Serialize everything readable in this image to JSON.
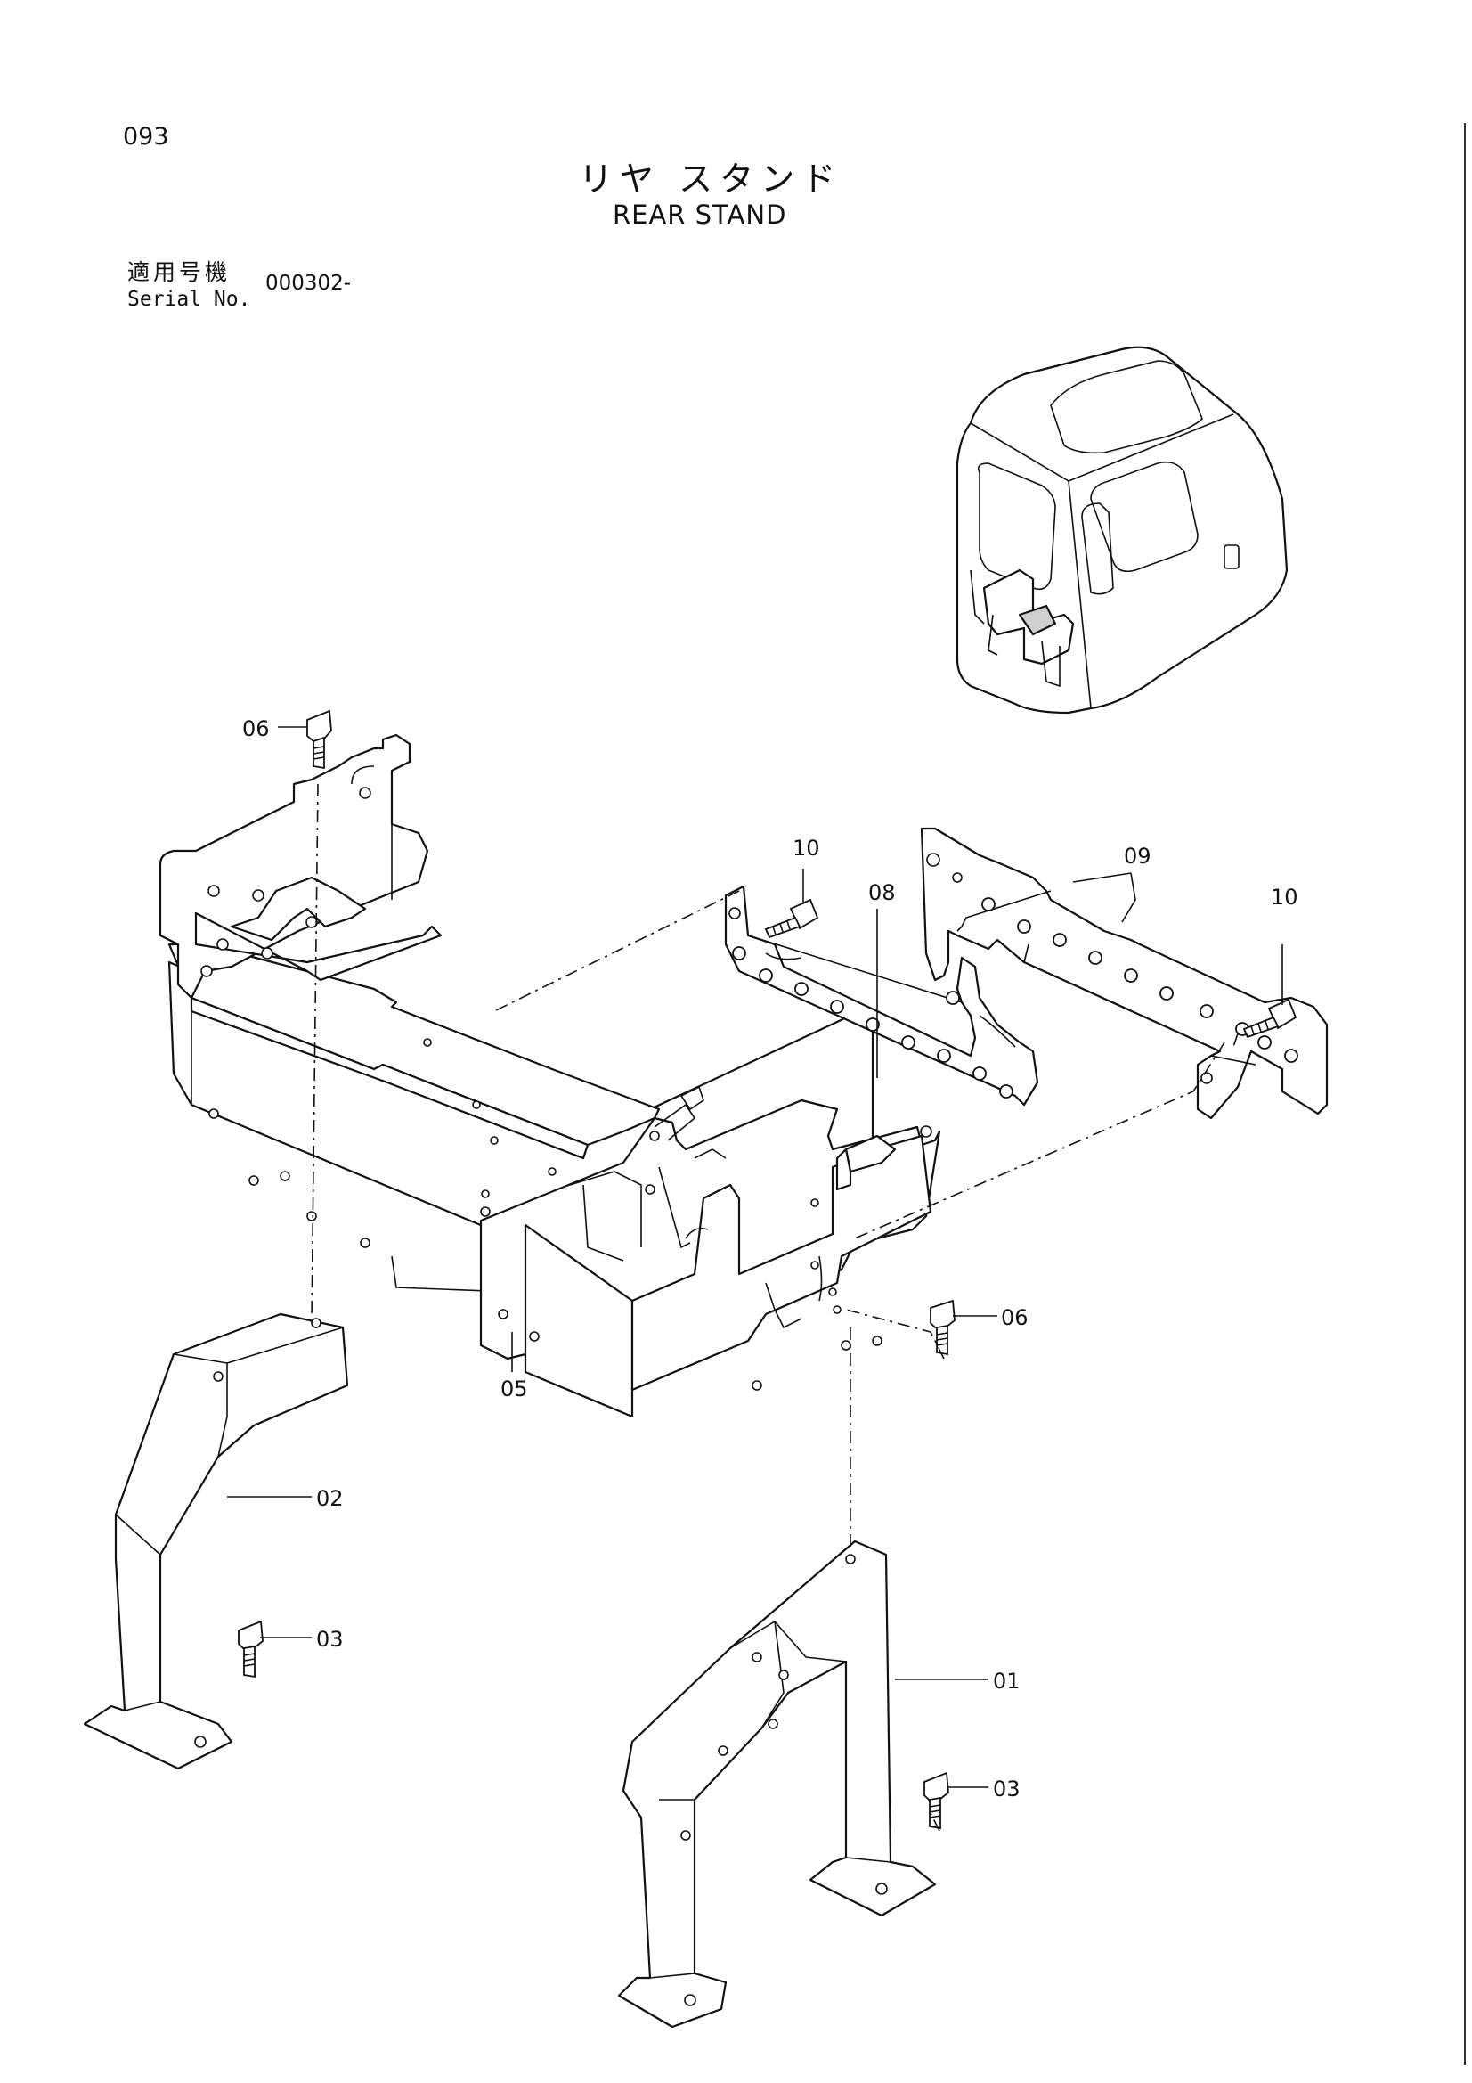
{
  "page_number": "093",
  "title_jp": "リヤ スタンド",
  "title_en": "REAR STAND",
  "serial_label_jp": "適用号機",
  "serial_label_en": "Serial No.",
  "serial_value": "000302-",
  "callouts": {
    "p01": "01",
    "p02": "02",
    "p03a": "03",
    "p03b": "03",
    "p05": "05",
    "p06a": "06",
    "p06b": "06",
    "p08": "08",
    "p09": "09",
    "p10a": "10",
    "p10b": "10"
  }
}
